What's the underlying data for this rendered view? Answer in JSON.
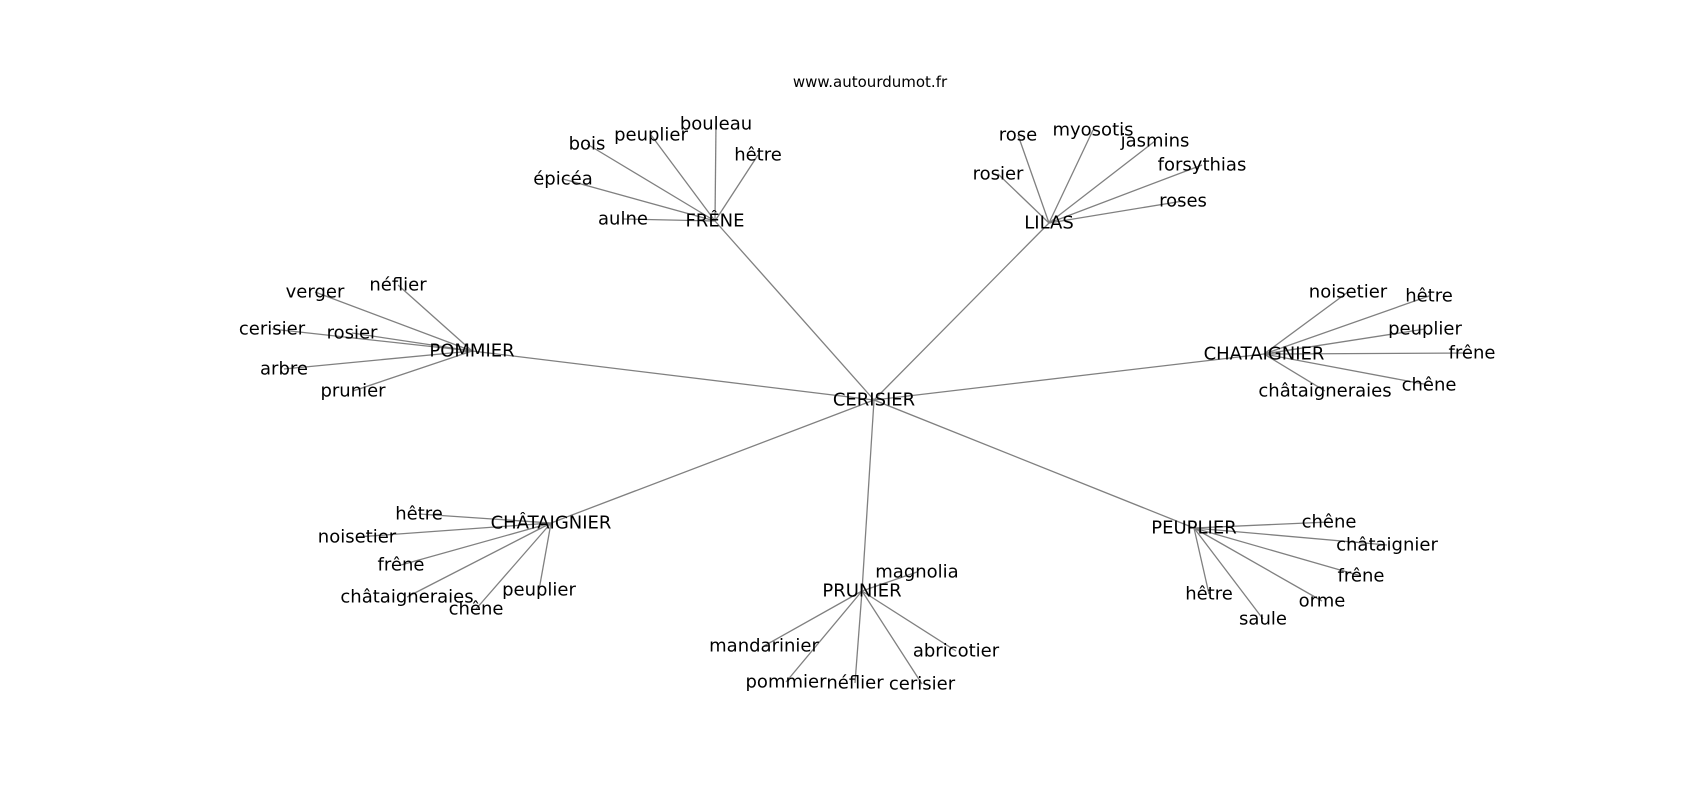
{
  "watermark": "www.autourdumot.fr",
  "center": {
    "label": "CERISIER"
  },
  "hubs": [
    {
      "id": "frene",
      "label": "FRÊNE",
      "leaves": [
        {
          "id": "frene-bouleau",
          "label": "bouleau"
        },
        {
          "id": "frene-peuplier",
          "label": "peuplier"
        },
        {
          "id": "frene-bois",
          "label": "bois"
        },
        {
          "id": "frene-hetre",
          "label": "hêtre"
        },
        {
          "id": "frene-epicea",
          "label": "épicéa"
        },
        {
          "id": "frene-aulne",
          "label": "aulne"
        }
      ]
    },
    {
      "id": "lilas",
      "label": "LILAS",
      "leaves": [
        {
          "id": "lilas-rose",
          "label": "rose"
        },
        {
          "id": "lilas-myosotis",
          "label": "myosotis"
        },
        {
          "id": "lilas-jasmins",
          "label": "jasmins"
        },
        {
          "id": "lilas-forsythias",
          "label": "forsythias"
        },
        {
          "id": "lilas-rosier",
          "label": "rosier"
        },
        {
          "id": "lilas-roses",
          "label": "roses"
        }
      ]
    },
    {
      "id": "pommier",
      "label": "POMMIER",
      "leaves": [
        {
          "id": "pommier-verger",
          "label": "verger"
        },
        {
          "id": "pommier-neflier",
          "label": "néflier"
        },
        {
          "id": "pommier-cerisier",
          "label": "cerisier"
        },
        {
          "id": "pommier-rosier",
          "label": "rosier"
        },
        {
          "id": "pommier-arbre",
          "label": "arbre"
        },
        {
          "id": "pommier-prunier",
          "label": "prunier"
        }
      ]
    },
    {
      "id": "chataignier-east",
      "label": "CHATAIGNIER",
      "leaves": [
        {
          "id": "chataignier-east-noisetier",
          "label": "noisetier"
        },
        {
          "id": "chataignier-east-hetre",
          "label": "hêtre"
        },
        {
          "id": "chataignier-east-peuplier",
          "label": "peuplier"
        },
        {
          "id": "chataignier-east-frene",
          "label": "frêne"
        },
        {
          "id": "chataignier-east-chene",
          "label": "chêne"
        },
        {
          "id": "chataignier-east-chataigneraies",
          "label": "châtaigneraies"
        }
      ]
    },
    {
      "id": "chataignier-west",
      "label": "CHÂTAIGNIER",
      "leaves": [
        {
          "id": "chataignier-west-hetre",
          "label": "hêtre"
        },
        {
          "id": "chataignier-west-noisetier",
          "label": "noisetier"
        },
        {
          "id": "chataignier-west-frene",
          "label": "frêne"
        },
        {
          "id": "chataignier-west-chataigneraies",
          "label": "châtaigneraies"
        },
        {
          "id": "chataignier-west-chene",
          "label": "chêne"
        },
        {
          "id": "chataignier-west-peuplier",
          "label": "peuplier"
        }
      ]
    },
    {
      "id": "prunier",
      "label": "PRUNIER",
      "leaves": [
        {
          "id": "prunier-magnolia",
          "label": "magnolia"
        },
        {
          "id": "prunier-mandarinier",
          "label": "mandarinier"
        },
        {
          "id": "prunier-abricotier",
          "label": "abricotier"
        },
        {
          "id": "prunier-pommier",
          "label": "pommier"
        },
        {
          "id": "prunier-neflier",
          "label": "néflier"
        },
        {
          "id": "prunier-cerisier",
          "label": "cerisier"
        }
      ]
    },
    {
      "id": "peuplier",
      "label": "PEUPLIER",
      "leaves": [
        {
          "id": "peuplier-chene",
          "label": "chêne"
        },
        {
          "id": "peuplier-chataignier",
          "label": "châtaignier"
        },
        {
          "id": "peuplier-frene",
          "label": "frêne"
        },
        {
          "id": "peuplier-orme",
          "label": "orme"
        },
        {
          "id": "peuplier-hetre",
          "label": "hêtre"
        },
        {
          "id": "peuplier-saule",
          "label": "saule"
        }
      ]
    }
  ],
  "colors": {
    "edge": "#808080",
    "text": "#000000",
    "background": "#ffffff"
  }
}
